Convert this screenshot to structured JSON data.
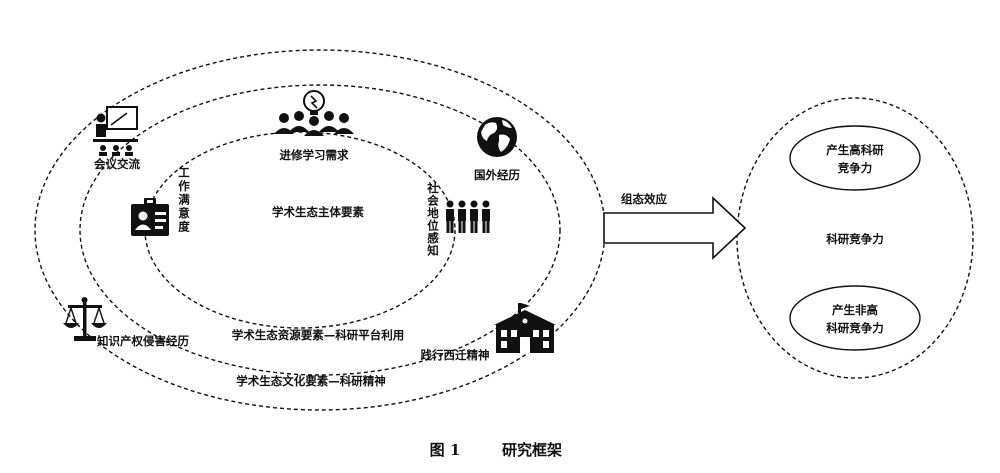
{
  "labels": {
    "core": "学术生态主体要素",
    "resource": "学术生态资源要素—科研平台利用",
    "culture": "学术生态文化要素—科研精神",
    "study": "进修学习需求",
    "abroad": "国外经历",
    "meeting": "会议交流",
    "job": "工作满意度",
    "status": "社会地位感知",
    "ip": "知识产权侵害经历",
    "west": "践行西迁精神",
    "arrow": "组态效应",
    "right_center": "科研竞争力",
    "right_top_1": "产生高科研",
    "right_top_2": "竞争力",
    "right_bottom_1": "产生非高",
    "right_bottom_2": "科研竞争力"
  },
  "caption": {
    "fig": "图 1",
    "title": "研究框架"
  },
  "icons": [
    "presenter-icon",
    "audience-idea-icon",
    "globe-icon",
    "id-card-icon",
    "people-group-icon",
    "justice-scale-icon",
    "school-building-icon"
  ]
}
